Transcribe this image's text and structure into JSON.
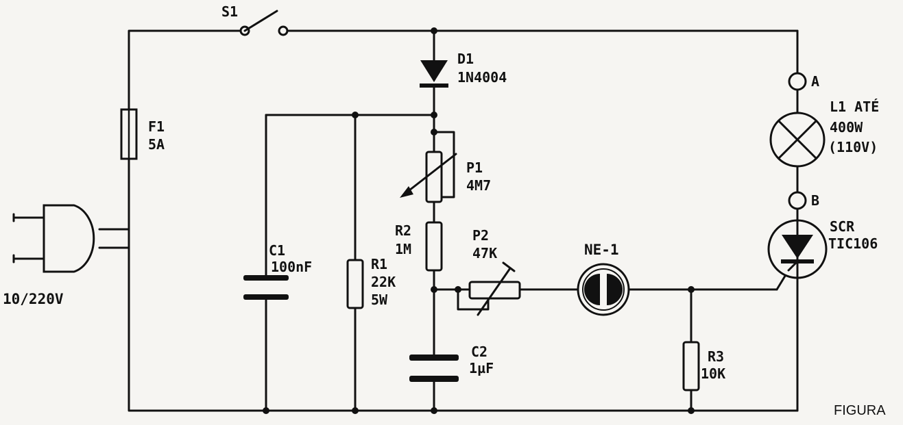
{
  "labels": {
    "s1": "S1",
    "d1_name": "D1",
    "d1_value": "1N4004",
    "f1_name": "F1",
    "f1_value": "5A",
    "supply": "10/220V",
    "c1_name": "C1",
    "c1_value": "100nF",
    "r1_name": "R1",
    "r1_value": "22K",
    "r1_power": "5W",
    "p1_name": "P1",
    "p1_value": "4M7",
    "r2_name": "R2",
    "r2_value": "1M",
    "p2_name": "P2",
    "p2_value": "47K",
    "ne1": "NE-1",
    "c2_name": "C2",
    "c2_value": "1µF",
    "r3_name": "R3",
    "r3_value": "10K",
    "terminal_a": "A",
    "terminal_b": "B",
    "l1_name": "L1 ATÉ",
    "l1_power": "400W",
    "l1_voltage": "(110V)",
    "scr_name": "SCR",
    "scr_value": "TIC106",
    "figure": "FIGURA"
  },
  "colors": {
    "ink": "#111111",
    "paper": "#f6f5f2"
  }
}
